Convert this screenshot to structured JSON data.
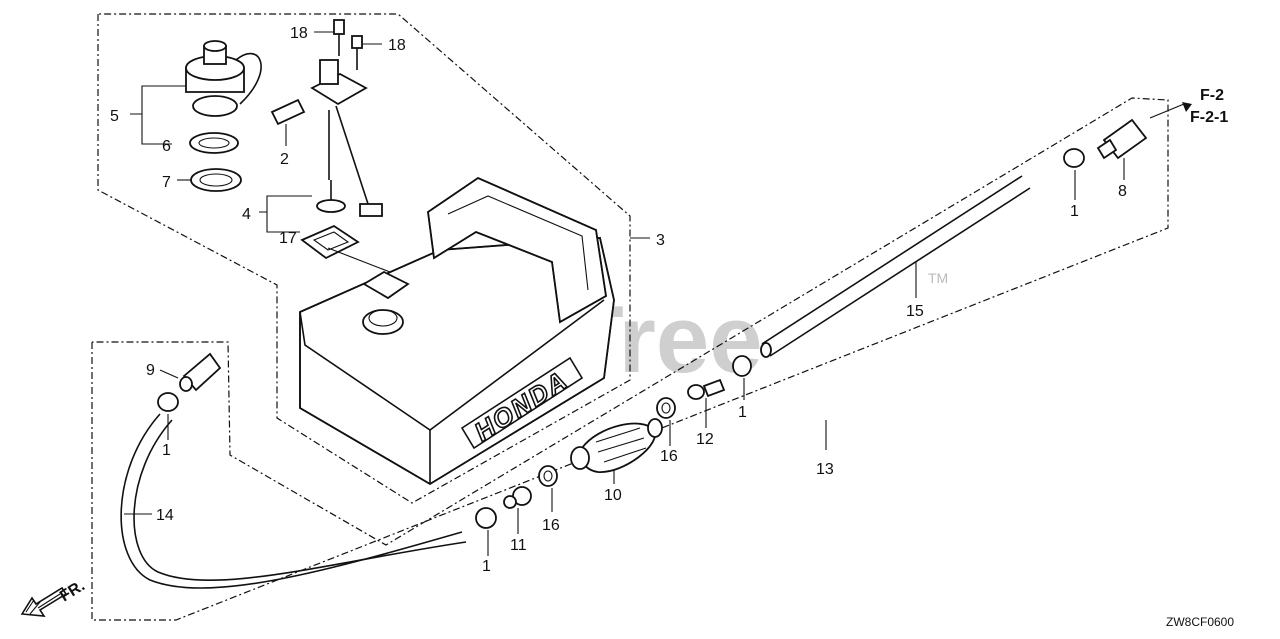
{
  "diagram": {
    "watermark": "PartsTree",
    "trademark": "TM",
    "tank_brand": "HONDA",
    "drawing_code": "ZW8CF0600",
    "front_indicator": "FR.",
    "reference_labels": [
      "F-2",
      "F-2-1"
    ],
    "callouts": {
      "c1a": "1",
      "c1b": "1",
      "c1c": "1",
      "c1d": "1",
      "c2": "2",
      "c3": "3",
      "c4": "4",
      "c5": "5",
      "c6": "6",
      "c7": "7",
      "c8": "8",
      "c9": "9",
      "c10": "10",
      "c11": "11",
      "c12": "12",
      "c13": "13",
      "c14": "14",
      "c15": "15",
      "c16a": "16",
      "c16b": "16",
      "c17": "17",
      "c18a": "18",
      "c18b": "18"
    }
  }
}
